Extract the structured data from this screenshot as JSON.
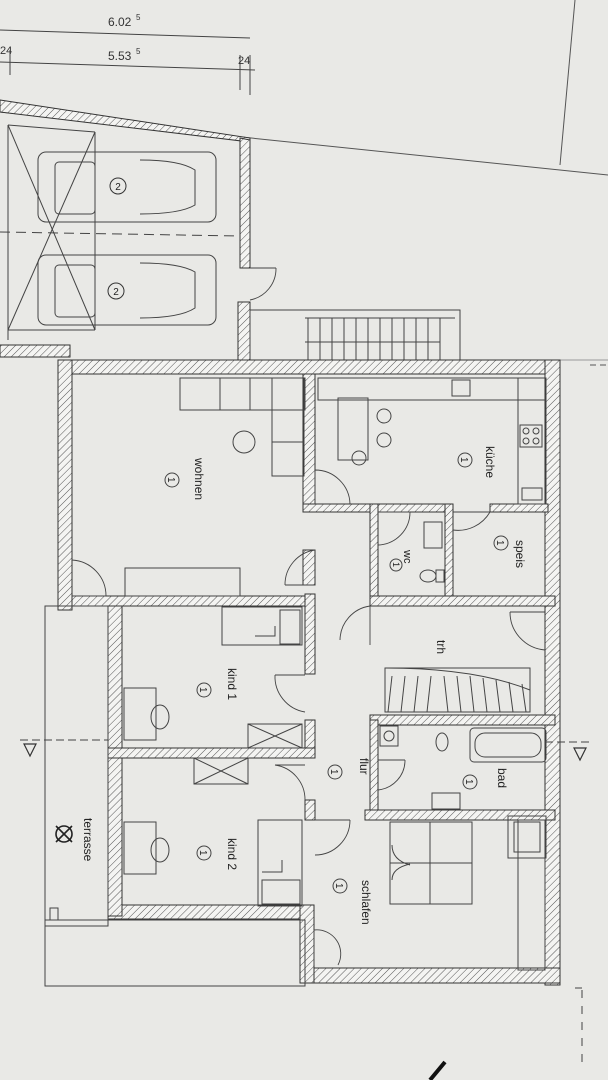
{
  "dimensions": {
    "overall_width": "6.02",
    "overall_width_sup": "5",
    "inner_width": "5.53",
    "inner_width_sup": "5",
    "wall_left": "24",
    "wall_right": "24"
  },
  "rooms": {
    "wohnen": {
      "label": "wohnen",
      "num": "1"
    },
    "kueche": {
      "label": "küche",
      "num": "1"
    },
    "wc": {
      "label": "wc",
      "num": "1"
    },
    "speis": {
      "label": "speis",
      "num": "1"
    },
    "kind1": {
      "label": "kind 1",
      "num": "1"
    },
    "trh": {
      "label": "trh"
    },
    "flur": {
      "label": "flur",
      "num": "1"
    },
    "bad": {
      "label": "bad",
      "num": "1"
    },
    "kind2": {
      "label": "kind 2",
      "num": "1"
    },
    "schlafen": {
      "label": "schlafen",
      "num": "1"
    },
    "terrasse": {
      "label": "terrasse"
    }
  },
  "garage": {
    "car_number": "2"
  },
  "colors": {
    "paper": "#e9e9e6",
    "ink": "#333333"
  }
}
